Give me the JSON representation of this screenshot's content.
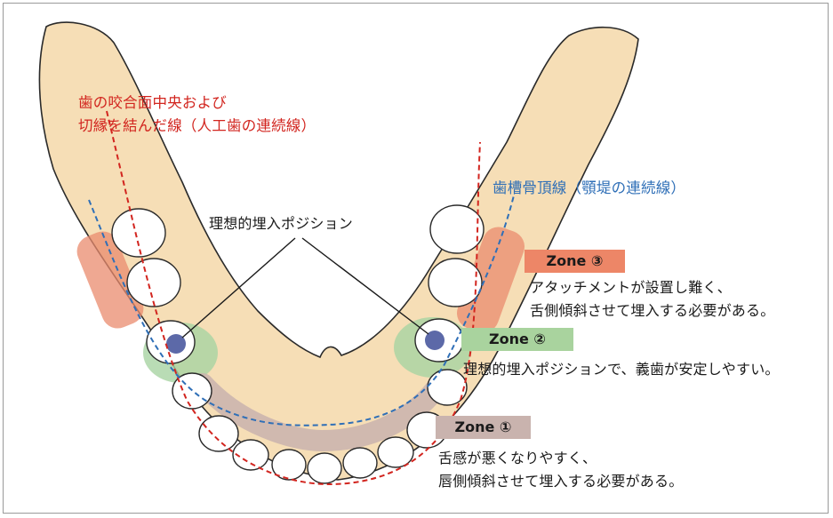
{
  "labels": {
    "occlusal_line_title": [
      "歯の咬合面中央および",
      "切縁を結んだ線（人工歯の連続線）"
    ],
    "ridge_line_title": "歯槽骨頂線（顎堤の連続線）",
    "ideal_position": "理想的埋入ポジション"
  },
  "zones": [
    {
      "badge": "Zone ③",
      "lines": [
        "アタッチメントが設置し難く、",
        "舌側傾斜させて埋入する必要がある。"
      ]
    },
    {
      "badge": "Zone ②",
      "lines": [
        "理想的埋入ポジションで、義歯が安定しやすい。"
      ]
    },
    {
      "badge": "Zone ①",
      "lines": [
        "舌感が悪くなりやすく、",
        "唇側傾斜させて埋入する必要がある。"
      ]
    }
  ],
  "colors": {
    "jaw_fill": "#f6deb6",
    "jaw_outline": "#2a2a2a",
    "occlusal_line": "#d2251f",
    "ridge_line": "#2f6fb7",
    "zone1": "#c9b3ae",
    "zone2": "#a8d3a3",
    "zone3": "#e98b6d",
    "implant": "#5c69a8"
  }
}
